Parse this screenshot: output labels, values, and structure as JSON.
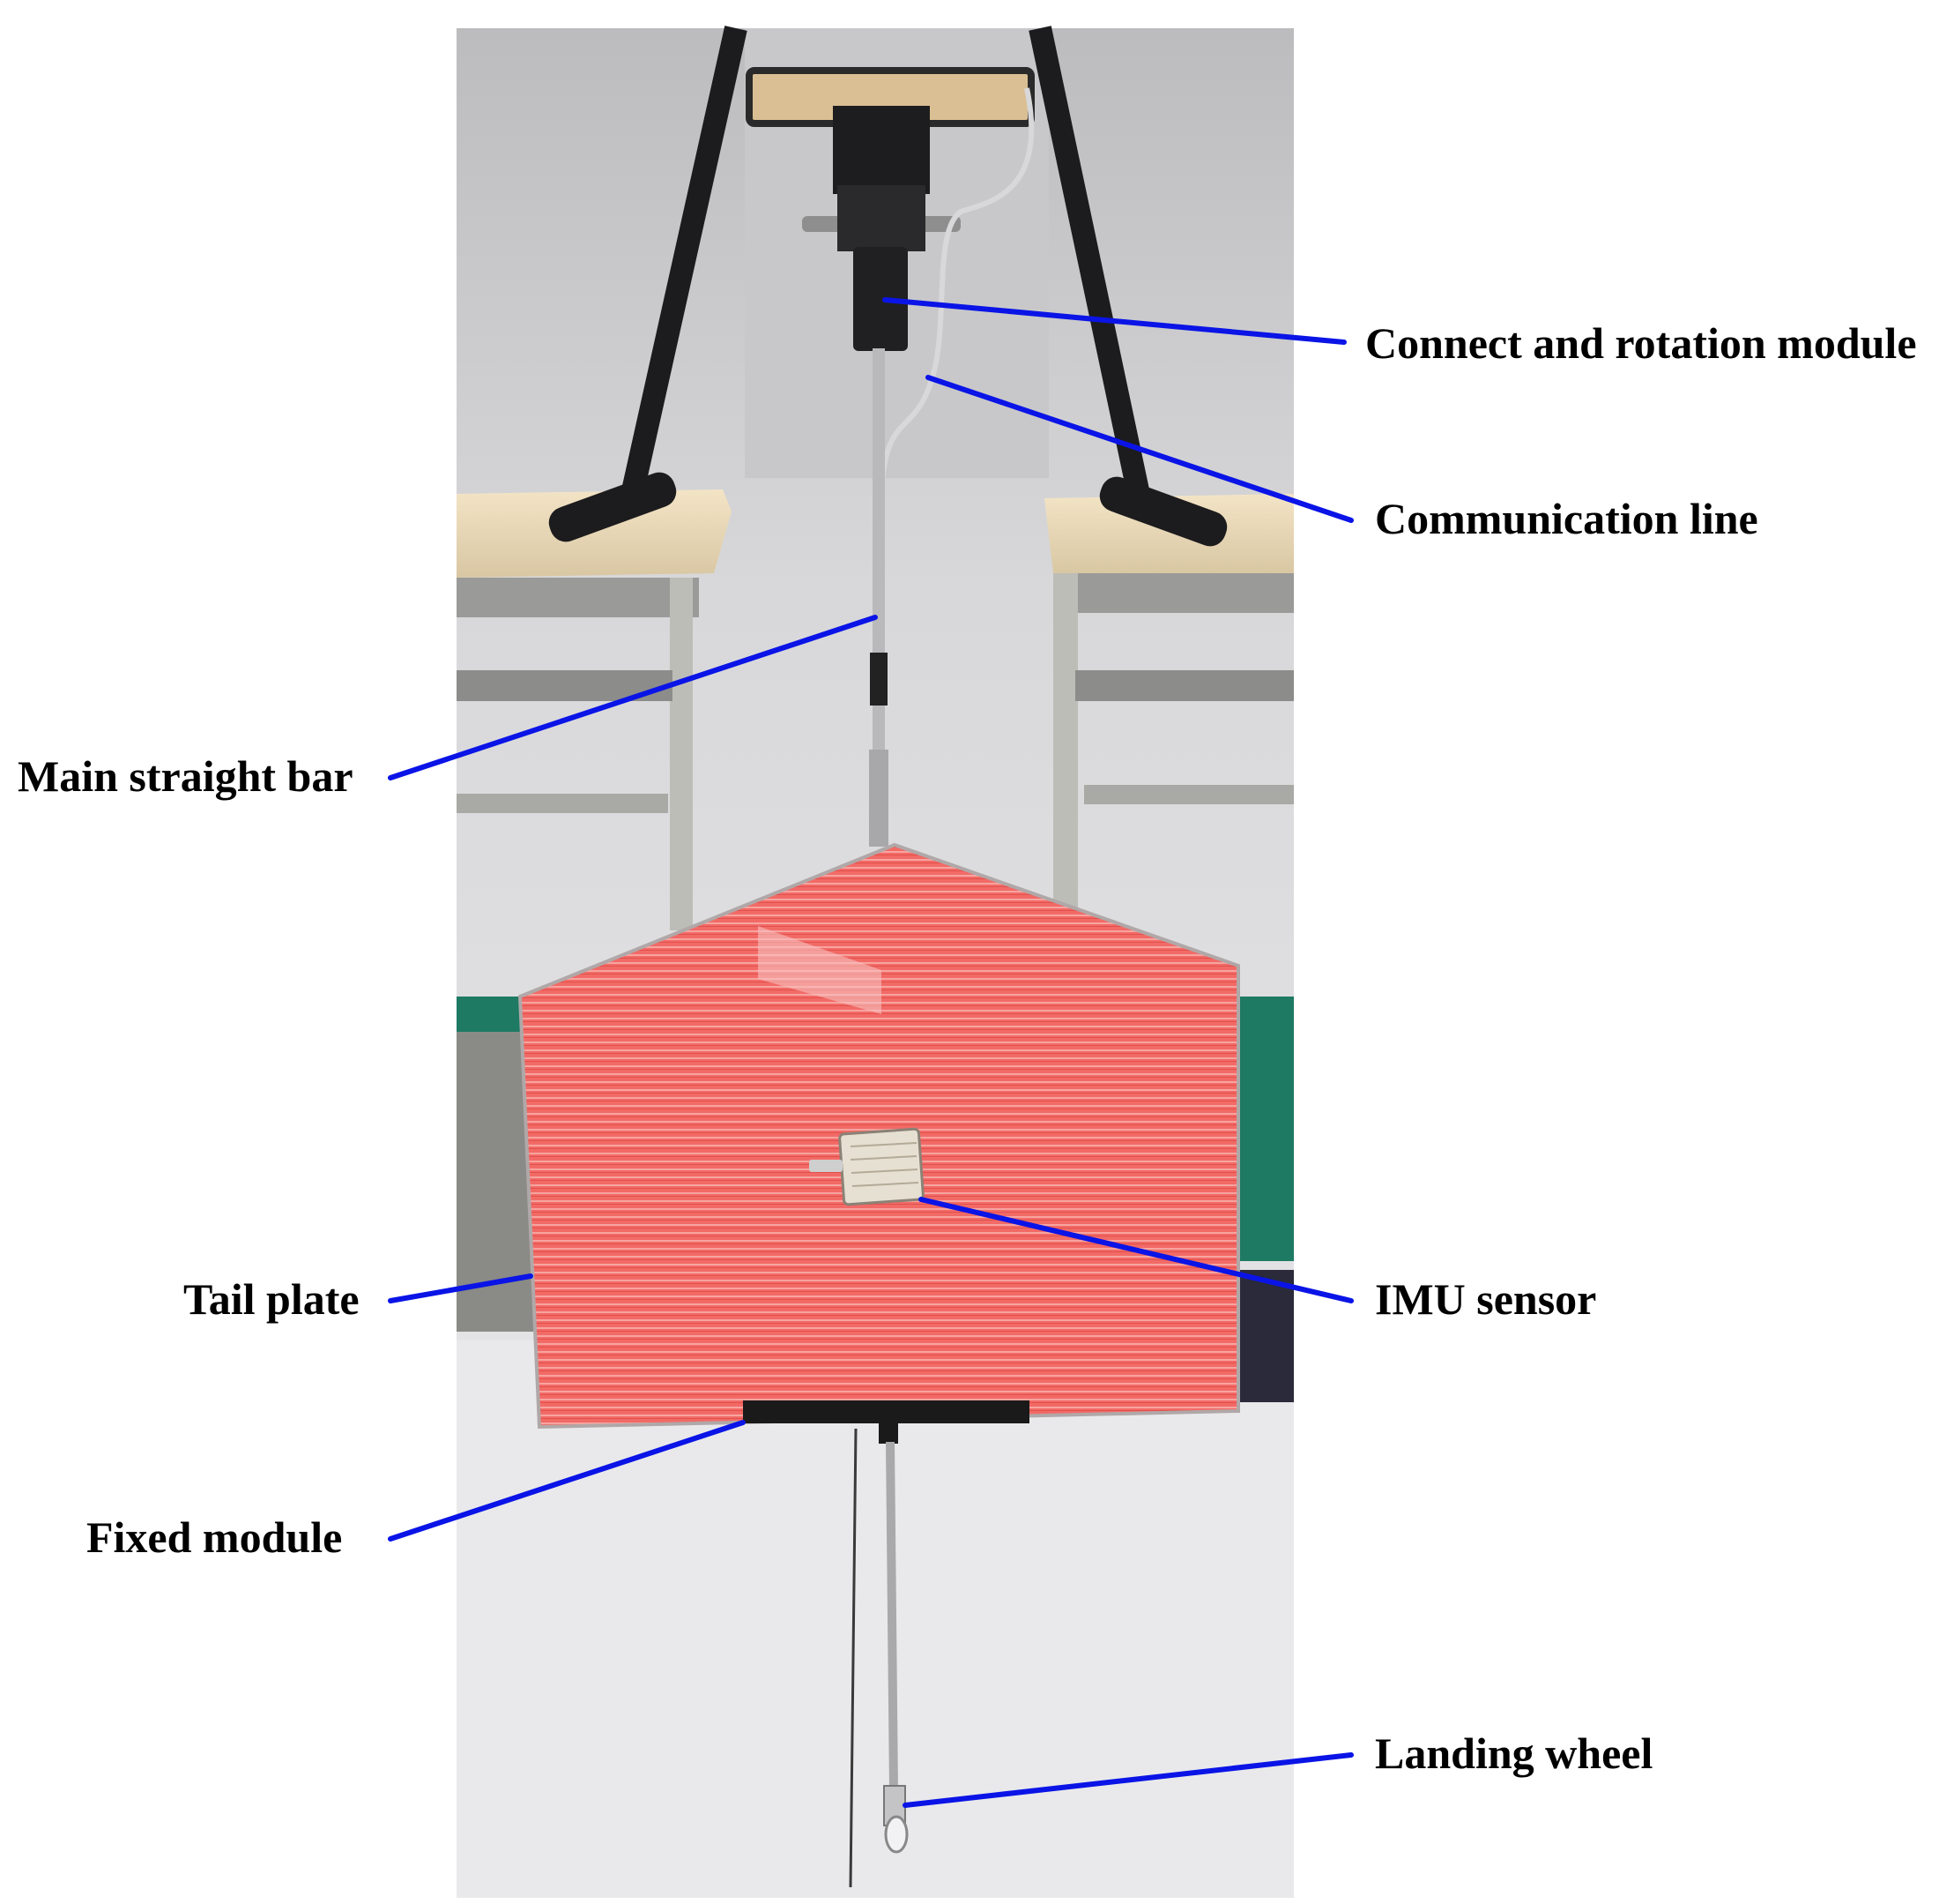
{
  "figure": {
    "labels": {
      "connect_rotation": "Connect and rotation module",
      "communication_line": "Communication line",
      "main_straight_bar": "Main straight bar",
      "tail_plate": "Tail plate",
      "imu_sensor": "IMU sensor",
      "fixed_module": "Fixed module",
      "landing_wheel": "Landing wheel"
    },
    "colors": {
      "leader_line": "#0a14e6",
      "tail_plate": "#f2625e",
      "background_wall": "#e4e4e6"
    }
  }
}
